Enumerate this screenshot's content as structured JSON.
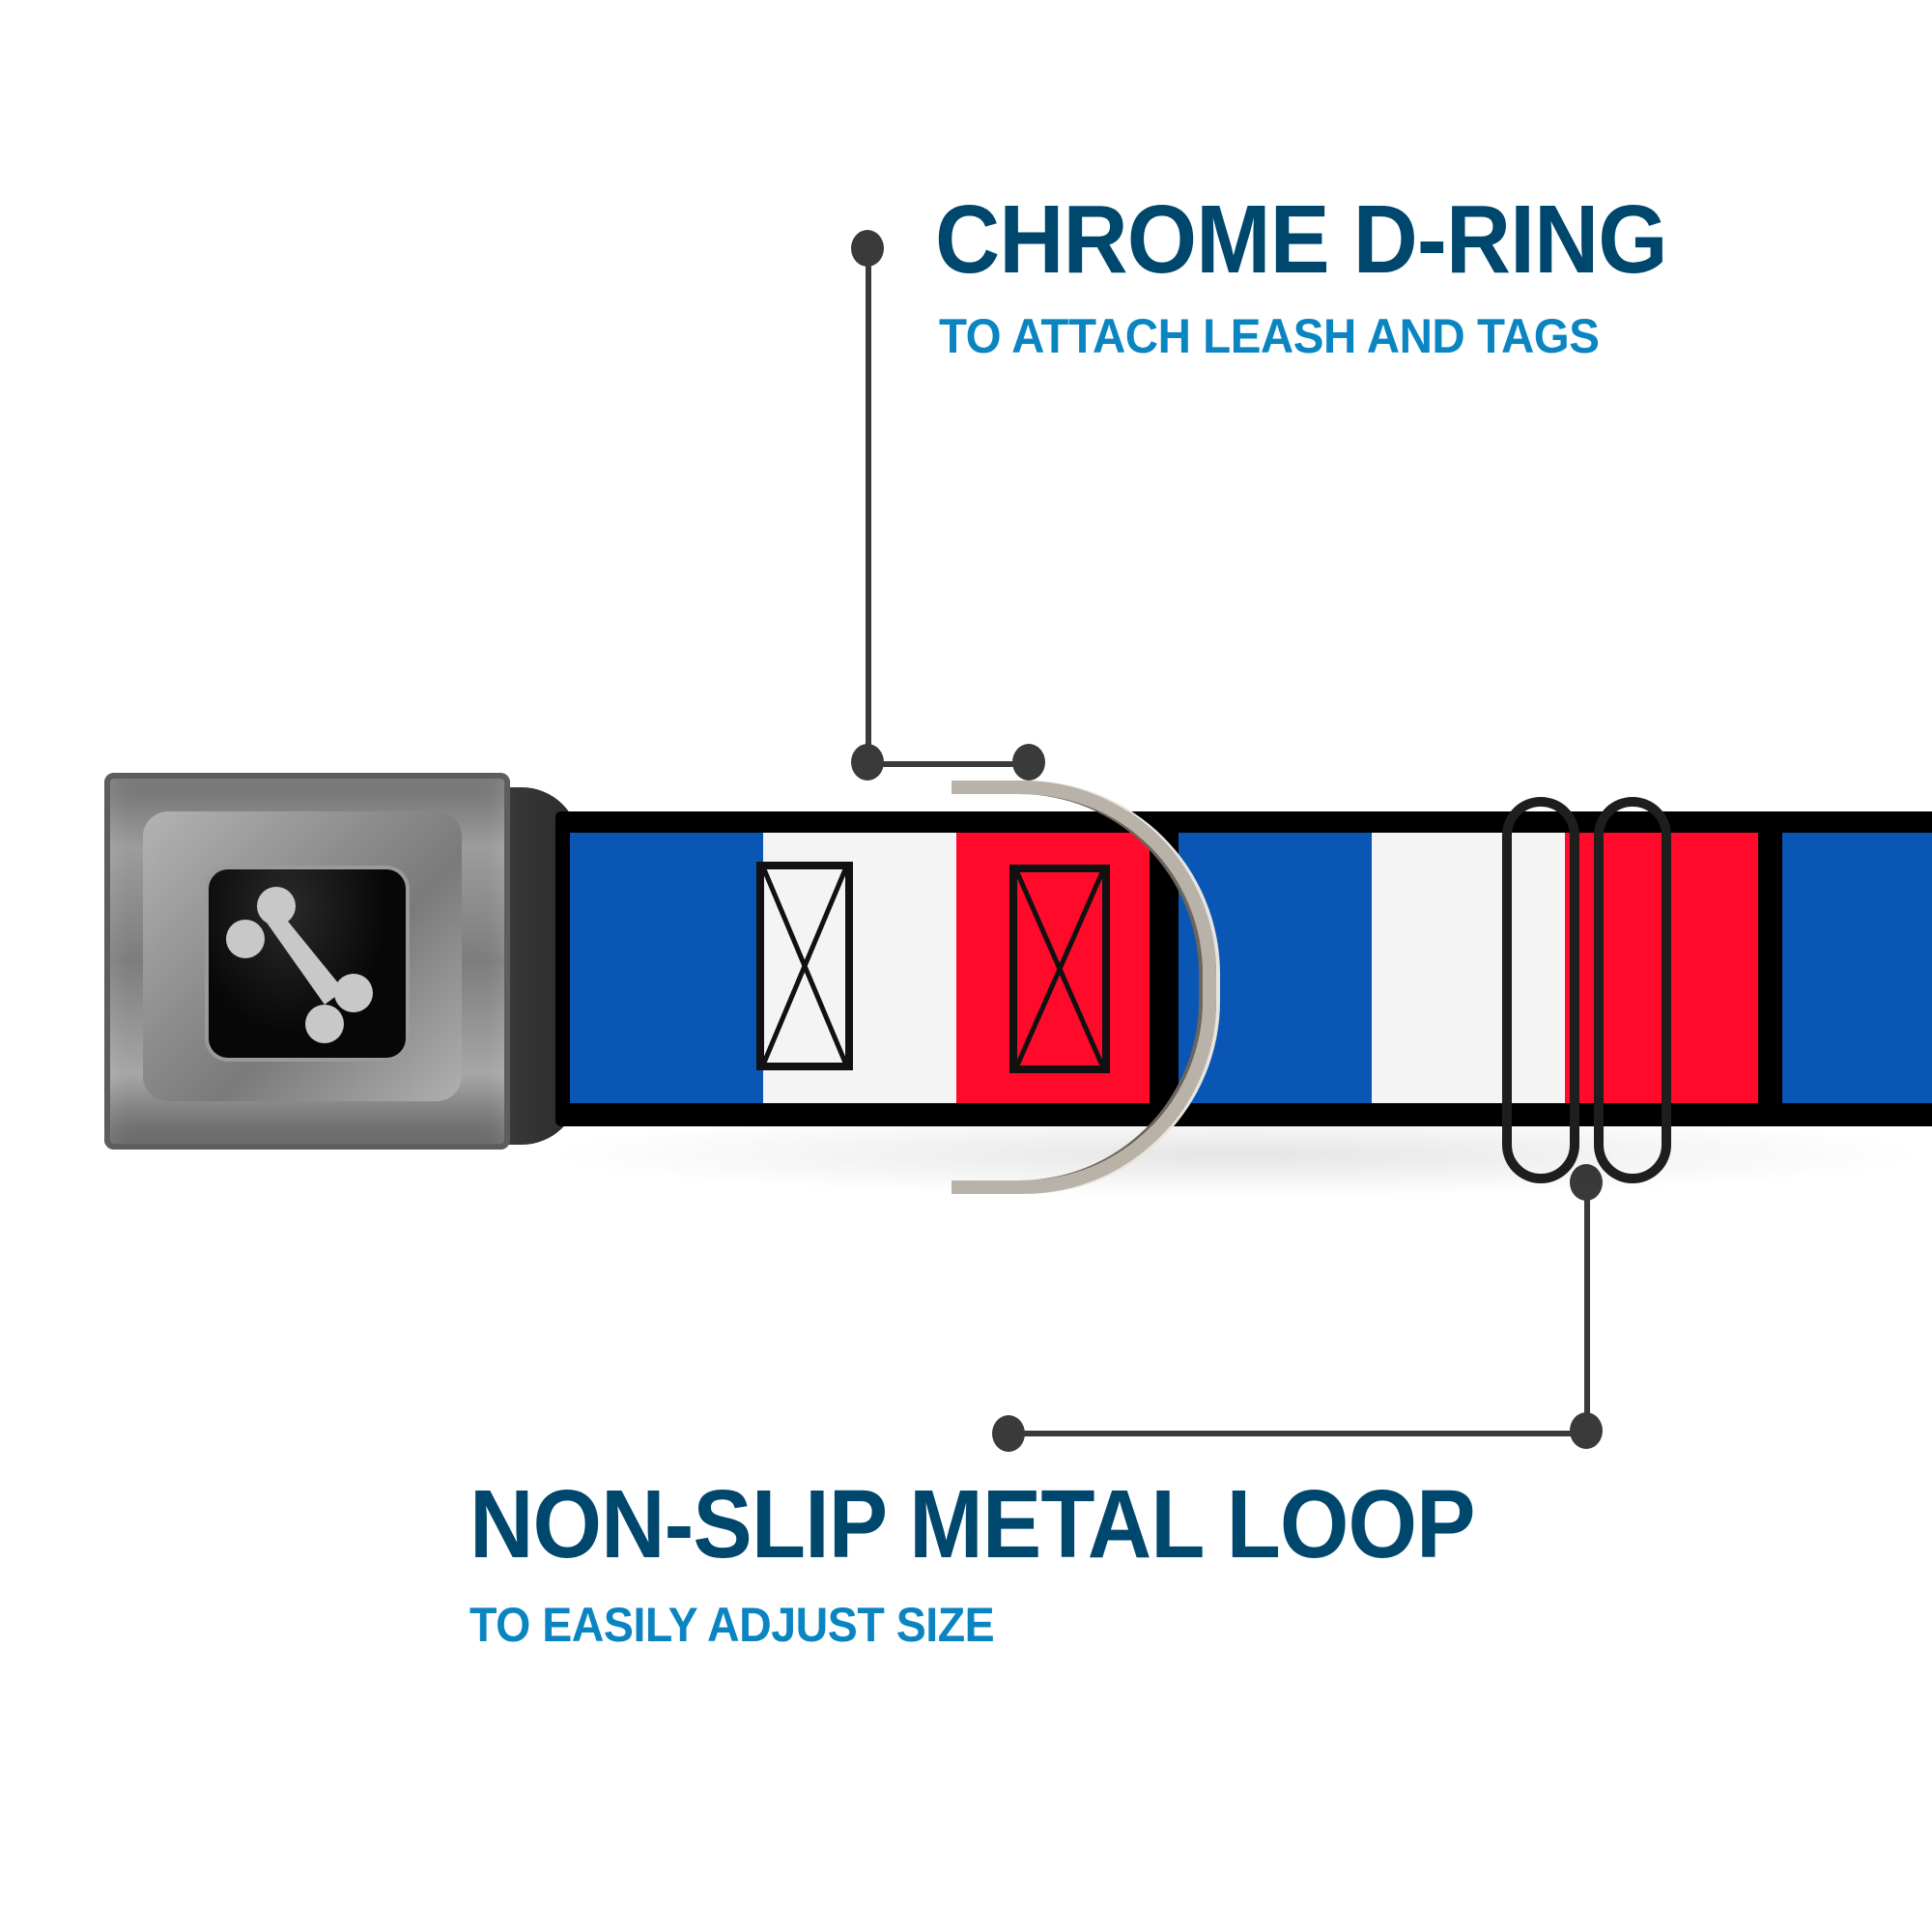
{
  "callouts": [
    {
      "title": "CHROME D-RING",
      "subtitle": "TO ATTACH LEASH AND TAGS"
    },
    {
      "title": "NON-SLIP METAL LOOP",
      "subtitle": "TO EASILY ADJUST SIZE"
    }
  ],
  "product": {
    "type": "seatbelt buckle dog collar",
    "buckle_icon": "bone-icon",
    "pattern_colors": {
      "blue": "#0a56b5",
      "white": "#f4f4f4",
      "red": "#ff0a2b",
      "border": "#000000"
    }
  },
  "colors": {
    "title": "#00476e",
    "subtitle": "#0a85c2",
    "connector": "#3a3a3a"
  }
}
